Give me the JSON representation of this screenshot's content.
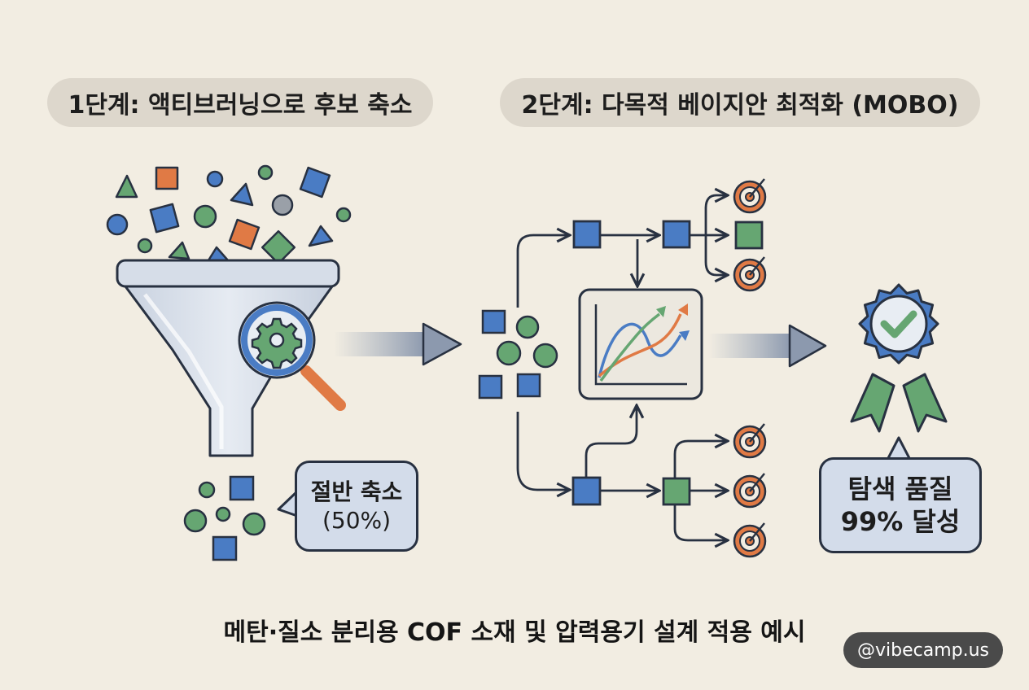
{
  "stage1": {
    "label": "1단계: 액티브러닝으로 후보 축소"
  },
  "stage2": {
    "label": "2단계: 다목적 베이지안 최적화 (MOBO)"
  },
  "callout_reduction": {
    "line1": "절반 축소",
    "line2": "(50%)"
  },
  "callout_quality": {
    "line1": "탐색 품질",
    "line2": "99% 달성"
  },
  "caption": "메탄·질소 분리용 COF 소재 및 압력용기 설계 적용 예시",
  "watermark": "@vibecamp.us",
  "icons": [
    "funnel-icon",
    "magnifier-gear-icon",
    "chart-icon",
    "target-icon",
    "award-badge-icon",
    "checkmark-icon"
  ],
  "colors": {
    "blue": "#4a7cc4",
    "green": "#66a672",
    "orange": "#e07a45",
    "navy": "#283141",
    "background": "#f2ede2"
  }
}
